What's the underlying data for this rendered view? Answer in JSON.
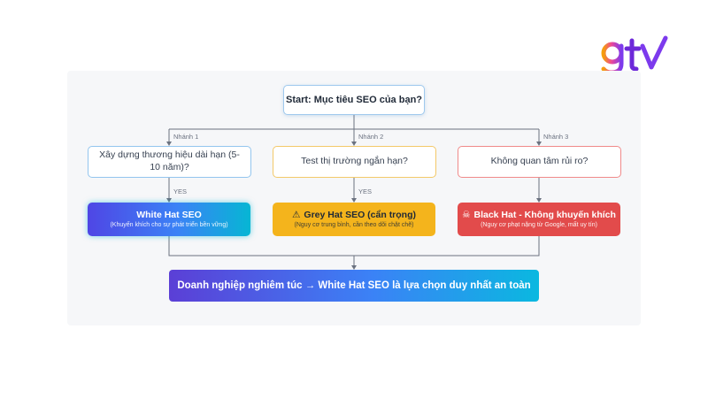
{
  "brand": {
    "logo_text": "gtv"
  },
  "diagram": {
    "start": "Start: Mục tiêu SEO của bạn?",
    "branches": [
      {
        "label": "Nhánh 1",
        "question": "Xây dựng thương hiệu dài hạn (5-10 năm)?",
        "yes_label": "YES",
        "result_title": "White Hat SEO",
        "result_subtitle": "(Khuyến khích cho sự phát triển bền vững)",
        "result_icon": ""
      },
      {
        "label": "Nhánh 2",
        "question": "Test thị trường ngắn hạn?",
        "yes_label": "YES",
        "result_title": "Grey Hat SEO (cẩn trọng)",
        "result_subtitle": "(Nguy cơ trung bình, cần theo dõi chặt chẽ)",
        "result_icon": "⚠"
      },
      {
        "label": "Nhánh 3",
        "question": "Không quan tâm rủi ro?",
        "yes_label": "",
        "result_title": "Black Hat - Không khuyến khích",
        "result_subtitle": "(Nguy cơ phạt nặng từ Google, mất uy tín)",
        "result_icon": "☠"
      }
    ],
    "conclusion": "Doanh nghiệp nghiêm túc → White Hat SEO là lựa chọn duy nhất an toàn"
  },
  "colors": {
    "white_hat": "#3b82f6",
    "grey_hat": "#f4b41c",
    "black_hat": "#e24b4b",
    "connector": "#6b7280"
  }
}
